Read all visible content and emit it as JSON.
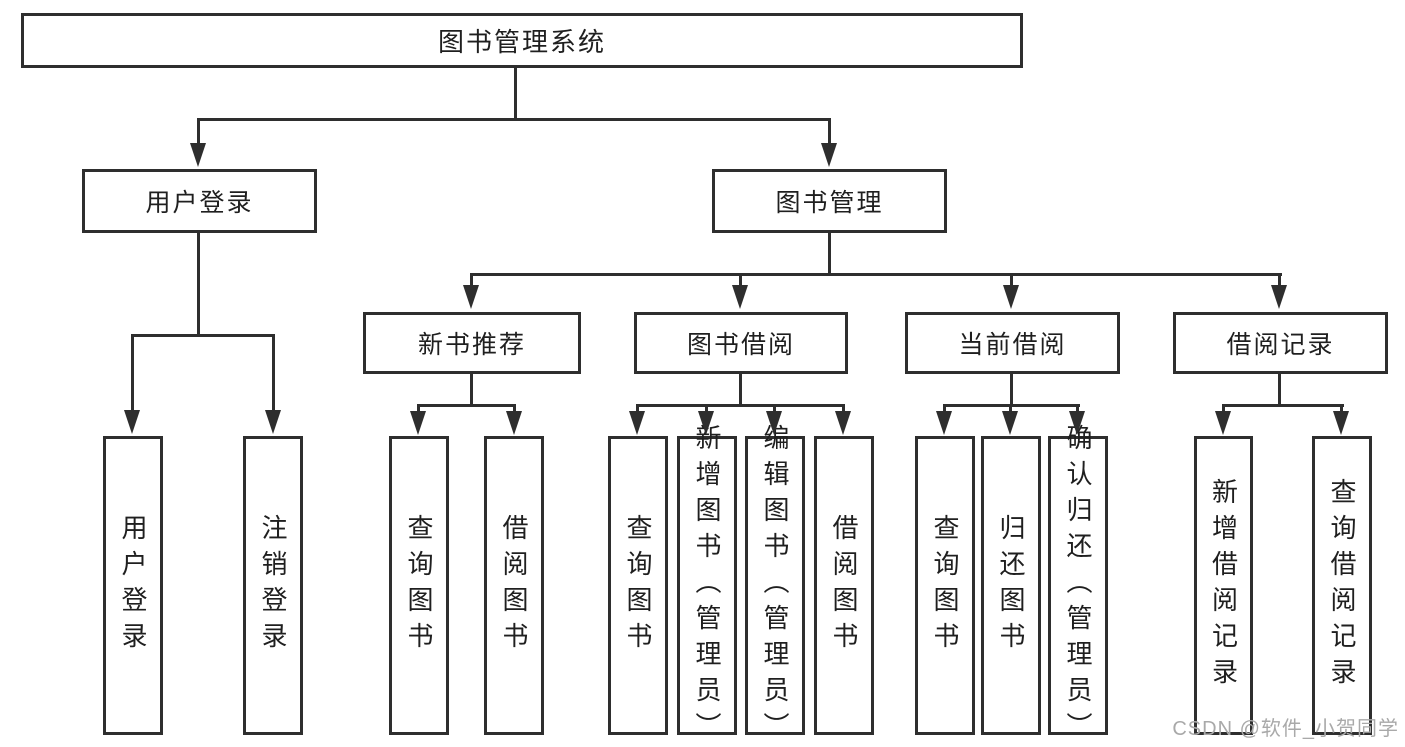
{
  "nodes": {
    "root": "图书管理系统",
    "level2": [
      "用户登录",
      "图书管理"
    ],
    "level3": [
      "新书推荐",
      "图书借阅",
      "当前借阅",
      "借阅记录"
    ],
    "leaves": [
      "用户登录",
      "注销登录",
      "查询图书",
      "借阅图书",
      "查询图书",
      "新增图书（管理员）",
      "编辑图书（管理员）",
      "借阅图书",
      "查询图书",
      "归还图书",
      "确认归还（管理员）",
      "新增借阅记录",
      "查询借阅记录"
    ]
  },
  "watermark": "CSDN @软件_小贺同学",
  "colors": {
    "line": "#2e2e2e",
    "text": "#1f1f1f",
    "background": "#ffffff",
    "watermark": "#a9a9a9"
  }
}
